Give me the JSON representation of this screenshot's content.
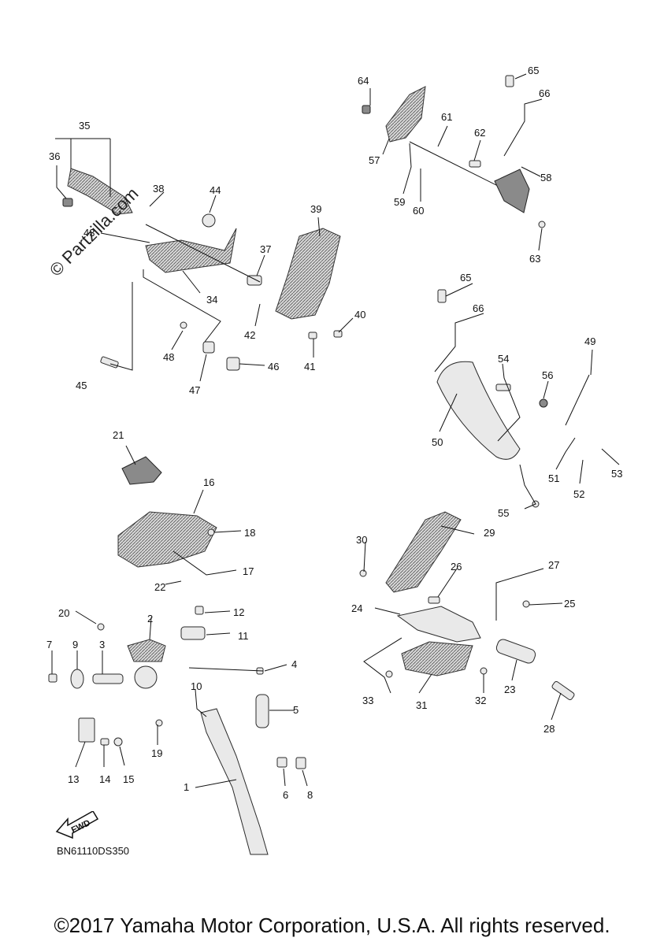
{
  "watermark": "© Partzilla.com",
  "drawing_code": "BN61110DS350",
  "fwd_label": "FWD",
  "copyright": "©2017 Yamaha Motor Corporation, U.S.A. All rights reserved.",
  "callouts": {
    "c1": "1",
    "c2": "2",
    "c3": "3",
    "c4": "4",
    "c5": "5",
    "c6": "6",
    "c7": "7",
    "c8": "8",
    "c9": "9",
    "c10": "10",
    "c11": "11",
    "c12": "12",
    "c13": "13",
    "c14": "14",
    "c15": "15",
    "c16": "16",
    "c17": "17",
    "c18": "18",
    "c19": "19",
    "c20": "20",
    "c21": "21",
    "c22": "22",
    "c23": "23",
    "c24": "24",
    "c25": "25",
    "c26": "26",
    "c27": "27",
    "c28": "28",
    "c29": "29",
    "c30": "30",
    "c31": "31",
    "c32": "32",
    "c33": "33",
    "c34": "34",
    "c35": "35",
    "c36": "36",
    "c37": "37",
    "c38": "38",
    "c39": "39",
    "c40": "40",
    "c41": "41",
    "c42": "42",
    "c43": "43",
    "c44": "44",
    "c45": "45",
    "c46": "46",
    "c47": "47",
    "c48": "48",
    "c49": "49",
    "c50": "50",
    "c51": "51",
    "c52": "52",
    "c53": "53",
    "c54": "54",
    "c55": "55",
    "c56": "56",
    "c57": "57",
    "c58": "58",
    "c59": "59",
    "c60": "60",
    "c61": "61",
    "c62": "62",
    "c63": "63",
    "c64": "64",
    "c65a": "65",
    "c66a": "66",
    "c65b": "65",
    "c66b": "66"
  }
}
